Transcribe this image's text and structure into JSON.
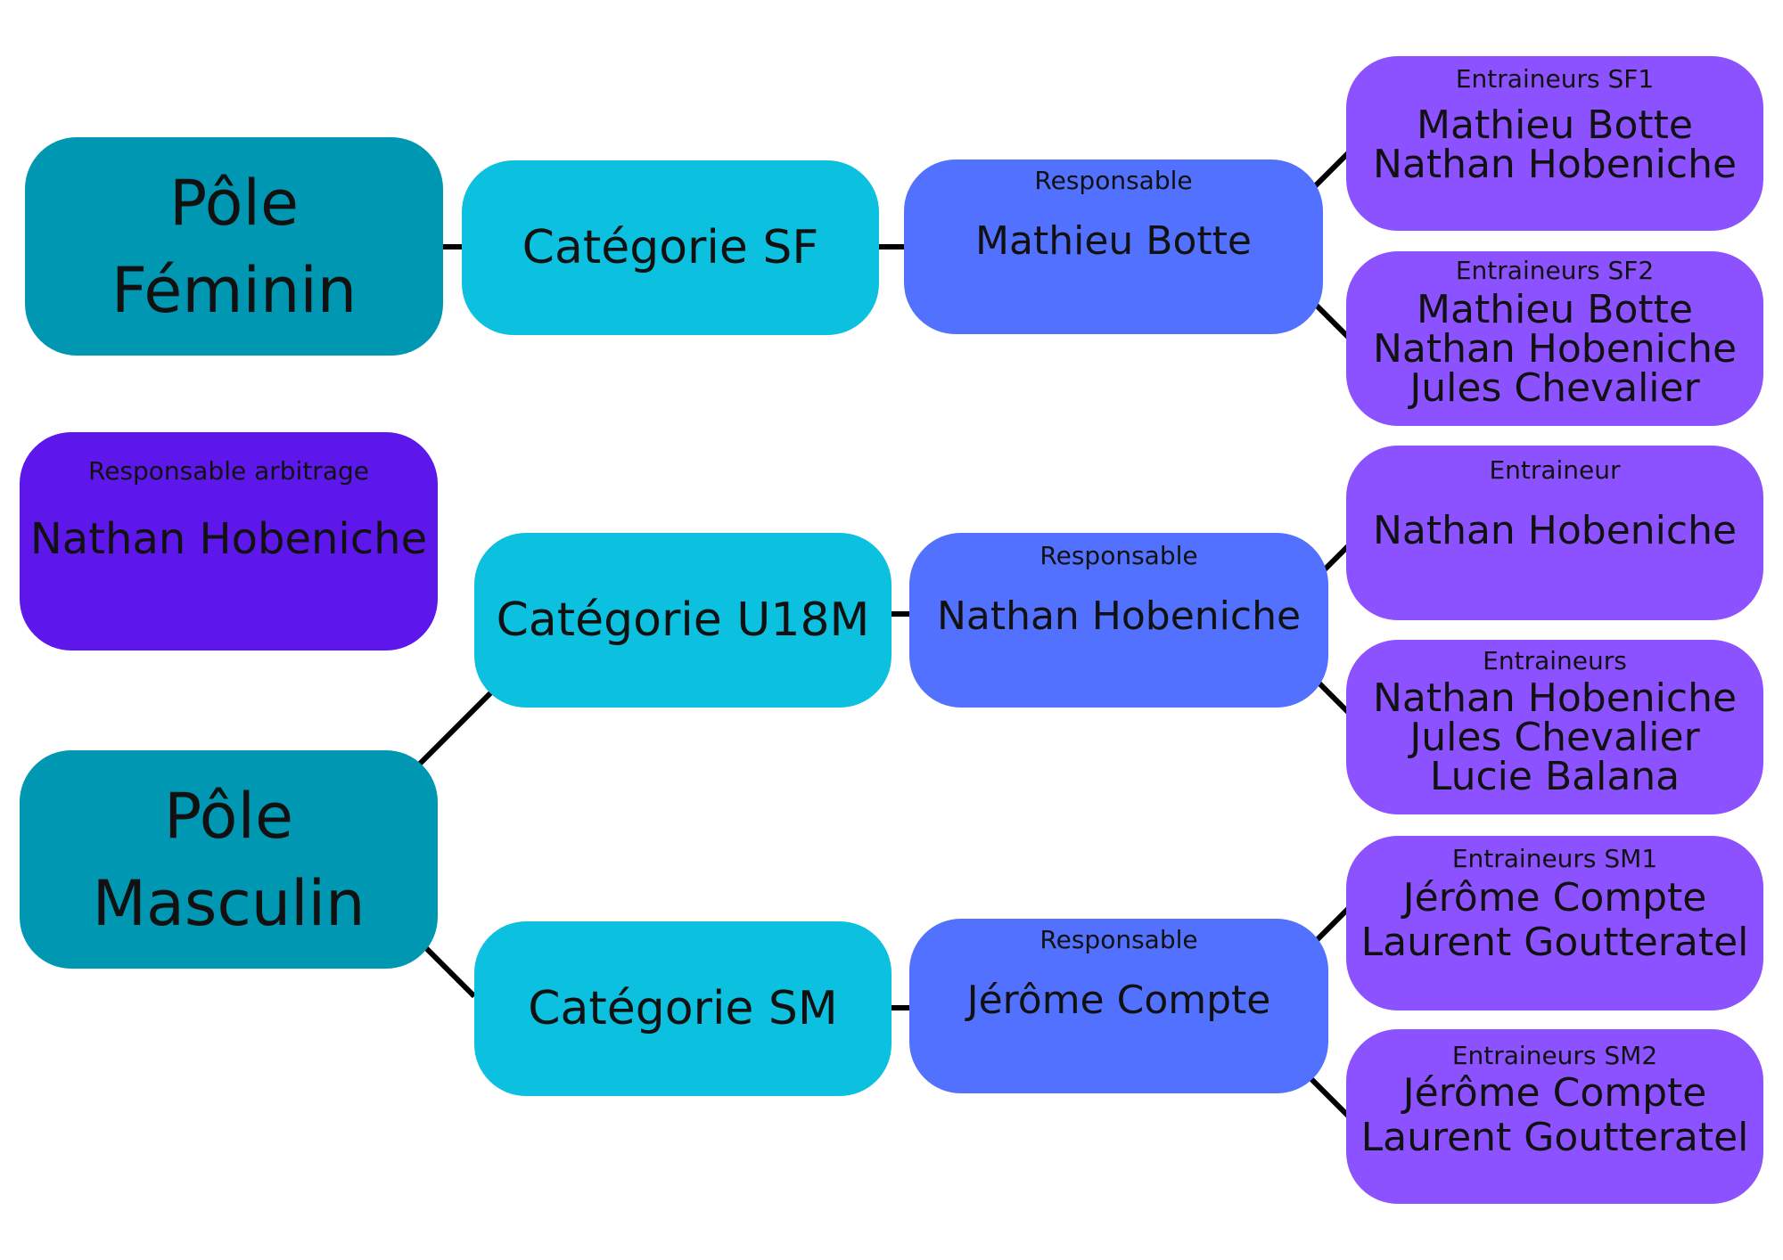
{
  "pole_feminin": {
    "line1": "Pôle",
    "line2": "Féminin"
  },
  "pole_masculin": {
    "line1": "Pôle",
    "line2": "Masculin"
  },
  "arbitrage": {
    "title": "Responsable arbitrage",
    "name": "Nathan Hobeniche"
  },
  "categories": {
    "sf": "Catégorie SF",
    "u18m": "Catégorie U18M",
    "sm": "Catégorie SM"
  },
  "responsables": {
    "sf": {
      "title": "Responsable",
      "name": "Mathieu Botte"
    },
    "u18m": {
      "title": "Responsable",
      "name": "Nathan Hobeniche"
    },
    "sm": {
      "title": "Responsable",
      "name": "Jérôme Compte"
    }
  },
  "coaches": {
    "sf1": {
      "title": "Entraineurs SF1",
      "names": [
        "Mathieu Botte",
        "Nathan Hobeniche"
      ]
    },
    "sf2": {
      "title": "Entraineurs SF2",
      "names": [
        "Mathieu Botte",
        "Nathan Hobeniche",
        "Jules Chevalier"
      ]
    },
    "u18m_1": {
      "title": "Entraineur",
      "names": [
        "Nathan Hobeniche"
      ]
    },
    "u18m_2": {
      "title": "Entraineurs",
      "names": [
        "Nathan Hobeniche",
        "Jules Chevalier",
        "Lucie Balana"
      ]
    },
    "sm1": {
      "title": "Entraineurs SM1",
      "names": [
        "Jérôme Compte",
        "Laurent Goutteratel"
      ]
    },
    "sm2": {
      "title": "Entraineurs SM2",
      "names": [
        "Jérôme Compte",
        "Laurent Goutteratel"
      ]
    }
  },
  "colors": {
    "pole": "#0097b2",
    "categorie": "#0cc0df",
    "responsable": "#5271ff",
    "entraineurs": "#8c52ff",
    "arbitrage": "#5e17eb",
    "connector": "#000000"
  }
}
